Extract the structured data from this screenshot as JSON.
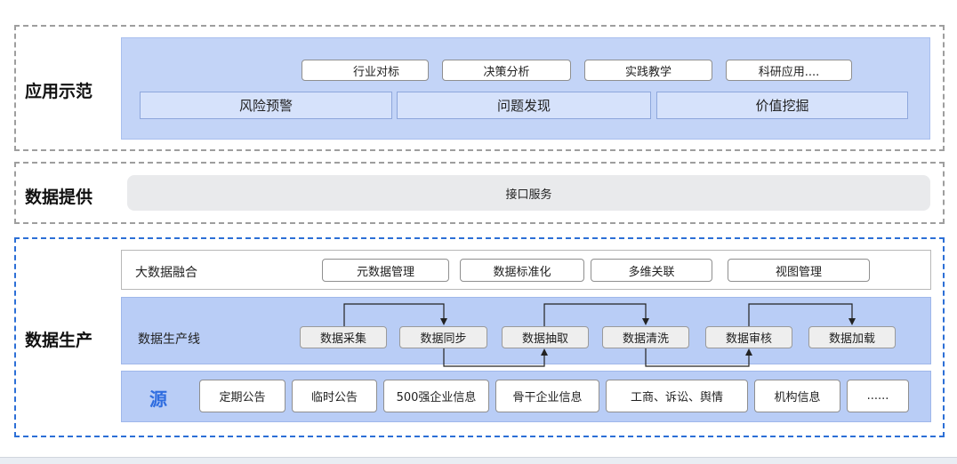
{
  "application": {
    "label": "应用示范",
    "top_chips": [
      "行业对标",
      "决策分析",
      "实践教学",
      "科研应用...."
    ],
    "wide_boxes": [
      "风险预警",
      "问题发现",
      "价值挖掘"
    ]
  },
  "provision": {
    "label": "数据提供",
    "bar_text": "接口服务"
  },
  "production": {
    "label": "数据生产",
    "fusion": {
      "label": "大数据融合",
      "chips": [
        "元数据管理",
        "数据标准化",
        "多维关联",
        "视图管理"
      ]
    },
    "pipeline": {
      "label": "数据生产线",
      "steps": [
        "数据采集",
        "数据同步",
        "数据抽取",
        "数据清洗",
        "数据审核",
        "数据加载"
      ]
    },
    "source": {
      "label": "源",
      "items": [
        "定期公告",
        "临时公告",
        "500强企业信息",
        "骨干企业信息",
        "工商、诉讼、舆情",
        "机构信息",
        "......"
      ]
    }
  },
  "colors": {
    "gray_border": "#9e9e9e",
    "blue_border": "#2c6fd6",
    "panel_blue": "#b9cdf6",
    "panel_light": "#dfe7f9",
    "accent": "#2f6de0"
  }
}
